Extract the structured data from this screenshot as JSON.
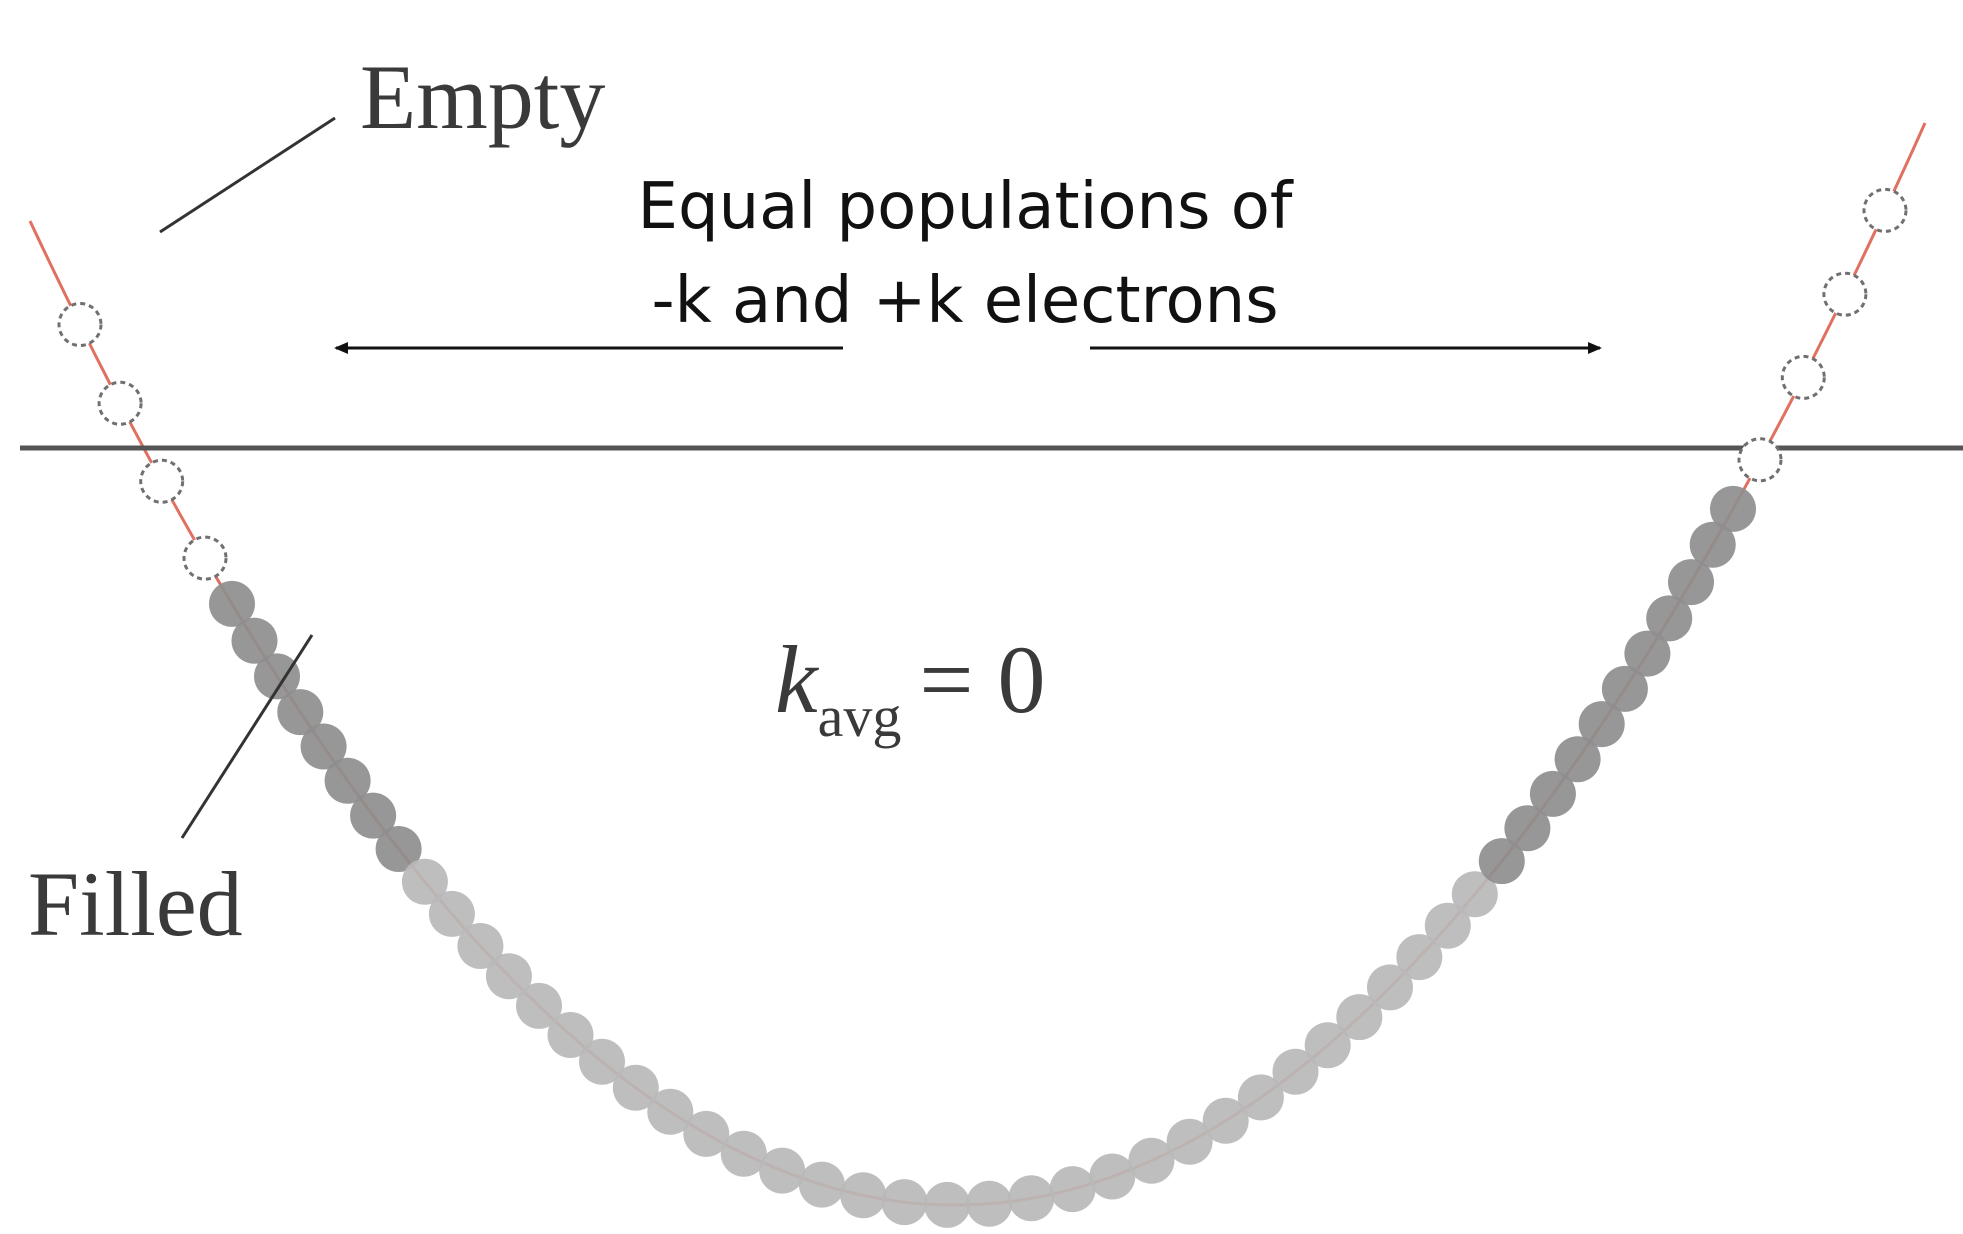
{
  "labels": {
    "empty": "Empty",
    "filled": "Filled",
    "caption_line1": "Equal populations of",
    "caption_line2": "-k and +k electrons",
    "kavg_symbol": "k",
    "kavg_subscript": "avg",
    "kavg_value": "= 0"
  },
  "colors": {
    "curve": "#e07060",
    "fermi_line": "#555555",
    "filled_state": "#b9b9b9",
    "filled_state_dark": "#8e8e8e",
    "empty_state_fill": "#ffffff",
    "empty_state_stroke": "#707070",
    "arrow": "#111111",
    "leader_line": "#333333"
  },
  "states": {
    "empty_left_count": 4,
    "empty_right_count": 4,
    "filled_count": 50
  },
  "kavg": 0
}
